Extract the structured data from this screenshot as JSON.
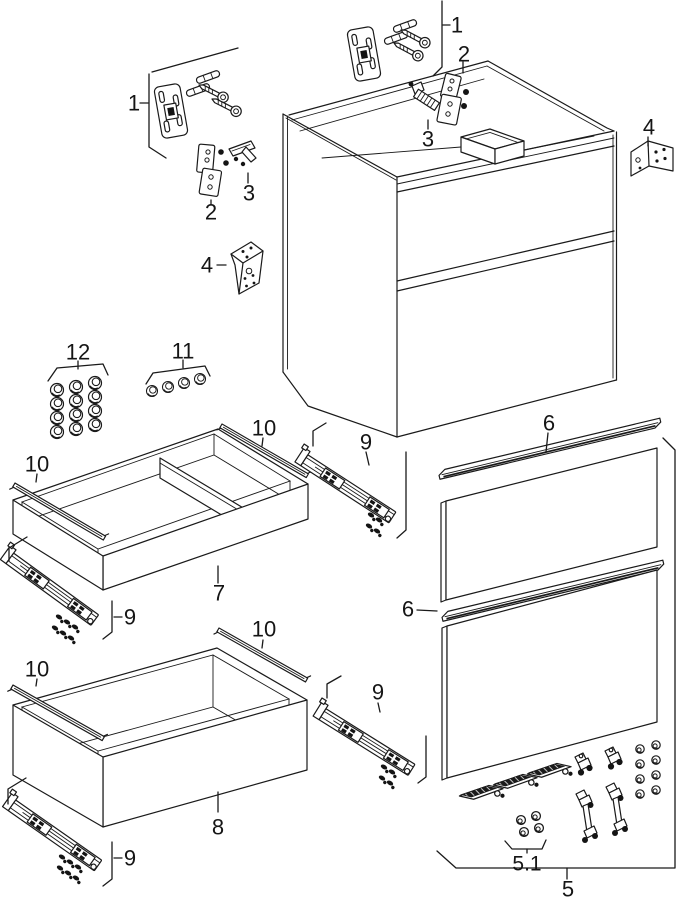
{
  "diagram": {
    "colors": {
      "background": "#ffffff",
      "line": "#1a1a1a"
    },
    "callouts": {
      "group1_left": "1",
      "hinge2_left": "2",
      "clip3_left": "3",
      "group1_top": "1",
      "hinge2_top": "2",
      "clip3_top": "3",
      "bracket4_right": "4",
      "bracket4_left": "4",
      "caps12": "12",
      "caps11": "11",
      "rail10_mid_left": "10",
      "rail10_mid_right": "10",
      "slide9_mid_right": "9",
      "inner_drawer7": "7",
      "slide9_mid_left": "9",
      "front6_top": "6",
      "front6_mid": "6",
      "rail10_low_left": "10",
      "rail10_low_right": "10",
      "drawer8": "8",
      "slide9_low_right": "9",
      "slide9_low_left": "9",
      "fittings5_1": "5.1",
      "fittings5": "5"
    }
  }
}
